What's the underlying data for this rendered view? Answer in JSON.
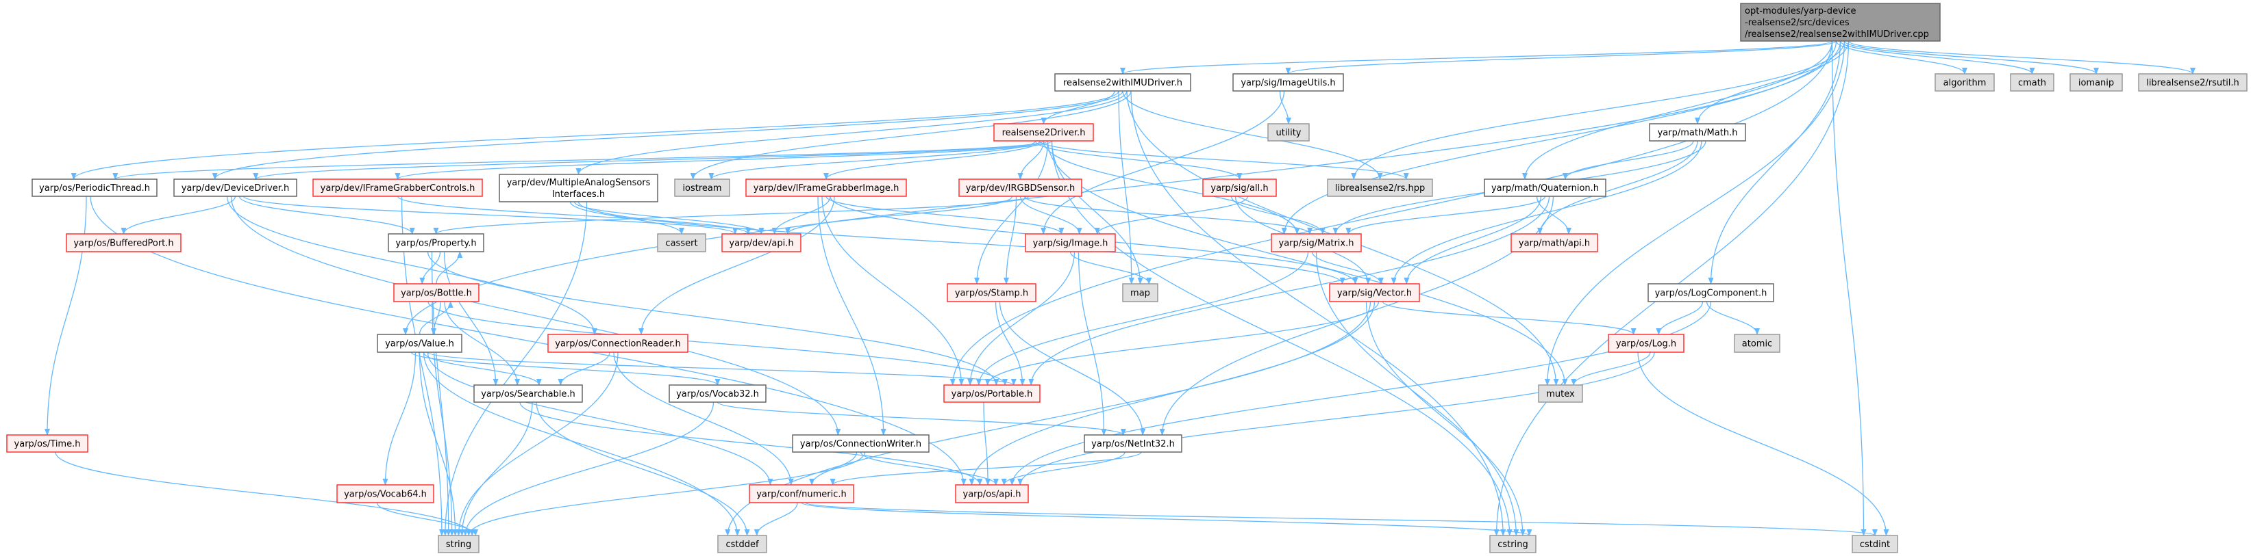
{
  "colors": {
    "edge": "#63b8ff",
    "documented_border": "#666666",
    "undocumented_border": "#ff3333",
    "system_fill": "#e0e0e0",
    "root_fill": "#999999"
  },
  "nodes": [
    {
      "id": "root",
      "kind": "root",
      "lines": [
        "opt-modules/yarp-device",
        "-realsense2/src/devices",
        "/realsense2/realsense2withIMUDriver.cpp"
      ]
    },
    {
      "id": "imu",
      "kind": "doc",
      "lines": [
        "realsense2withIMUDriver.h"
      ]
    },
    {
      "id": "imageutils",
      "kind": "doc",
      "lines": [
        "yarp/sig/ImageUtils.h"
      ]
    },
    {
      "id": "algorithm",
      "kind": "sys",
      "lines": [
        "algorithm"
      ]
    },
    {
      "id": "cmath",
      "kind": "sys",
      "lines": [
        "cmath"
      ]
    },
    {
      "id": "iomanip",
      "kind": "sys",
      "lines": [
        "iomanip"
      ]
    },
    {
      "id": "rsutil",
      "kind": "sys",
      "lines": [
        "librealsense2/rsutil.h"
      ]
    },
    {
      "id": "rs2driver",
      "kind": "red",
      "lines": [
        "realsense2Driver.h"
      ]
    },
    {
      "id": "utility",
      "kind": "sys",
      "lines": [
        "utility"
      ]
    },
    {
      "id": "math",
      "kind": "doc",
      "lines": [
        "yarp/math/Math.h"
      ]
    },
    {
      "id": "periodic",
      "kind": "doc",
      "lines": [
        "yarp/os/PeriodicThread.h"
      ]
    },
    {
      "id": "devicedriver",
      "kind": "doc",
      "lines": [
        "yarp/dev/DeviceDriver.h"
      ]
    },
    {
      "id": "ifgcontrols",
      "kind": "red",
      "lines": [
        "yarp/dev/IFrameGrabberControls.h"
      ]
    },
    {
      "id": "masi",
      "kind": "doc",
      "lines": [
        "yarp/dev/MultipleAnalogSensors",
        "Interfaces.h"
      ]
    },
    {
      "id": "iostream",
      "kind": "sys",
      "lines": [
        "iostream"
      ]
    },
    {
      "id": "ifgimage",
      "kind": "red",
      "lines": [
        "yarp/dev/IFrameGrabberImage.h"
      ]
    },
    {
      "id": "irgbd",
      "kind": "red",
      "lines": [
        "yarp/dev/IRGBDSensor.h"
      ]
    },
    {
      "id": "all",
      "kind": "red",
      "lines": [
        "yarp/sig/all.h"
      ]
    },
    {
      "id": "rshpp",
      "kind": "sys",
      "lines": [
        "librealsense2/rs.hpp"
      ]
    },
    {
      "id": "quaternion",
      "kind": "doc",
      "lines": [
        "yarp/math/Quaternion.h"
      ]
    },
    {
      "id": "bufferedport",
      "kind": "red",
      "lines": [
        "yarp/os/BufferedPort.h"
      ]
    },
    {
      "id": "property",
      "kind": "doc",
      "lines": [
        "yarp/os/Property.h"
      ]
    },
    {
      "id": "cassert",
      "kind": "sys",
      "lines": [
        "cassert"
      ]
    },
    {
      "id": "devapi",
      "kind": "red",
      "lines": [
        "yarp/dev/api.h"
      ]
    },
    {
      "id": "image",
      "kind": "red",
      "lines": [
        "yarp/sig/Image.h"
      ]
    },
    {
      "id": "matrix",
      "kind": "red",
      "lines": [
        "yarp/sig/Matrix.h"
      ]
    },
    {
      "id": "mathapi",
      "kind": "red",
      "lines": [
        "yarp/math/api.h"
      ]
    },
    {
      "id": "bottle",
      "kind": "red",
      "lines": [
        "yarp/os/Bottle.h"
      ]
    },
    {
      "id": "stamp",
      "kind": "red",
      "lines": [
        "yarp/os/Stamp.h"
      ]
    },
    {
      "id": "map",
      "kind": "sys",
      "lines": [
        "map"
      ]
    },
    {
      "id": "vector",
      "kind": "red",
      "lines": [
        "yarp/sig/Vector.h"
      ]
    },
    {
      "id": "logcomp",
      "kind": "doc",
      "lines": [
        "yarp/os/LogComponent.h"
      ]
    },
    {
      "id": "value",
      "kind": "doc",
      "lines": [
        "yarp/os/Value.h"
      ]
    },
    {
      "id": "connreader",
      "kind": "red",
      "lines": [
        "yarp/os/ConnectionReader.h"
      ]
    },
    {
      "id": "log",
      "kind": "red",
      "lines": [
        "yarp/os/Log.h"
      ]
    },
    {
      "id": "atomic",
      "kind": "sys",
      "lines": [
        "atomic"
      ]
    },
    {
      "id": "searchable",
      "kind": "doc",
      "lines": [
        "yarp/os/Searchable.h"
      ]
    },
    {
      "id": "vocab32",
      "kind": "doc",
      "lines": [
        "yarp/os/Vocab32.h"
      ]
    },
    {
      "id": "portable",
      "kind": "red",
      "lines": [
        "yarp/os/Portable.h"
      ]
    },
    {
      "id": "mutex",
      "kind": "sys",
      "lines": [
        "mutex"
      ]
    },
    {
      "id": "time",
      "kind": "red",
      "lines": [
        "yarp/os/Time.h"
      ]
    },
    {
      "id": "connwriter",
      "kind": "doc",
      "lines": [
        "yarp/os/ConnectionWriter.h"
      ]
    },
    {
      "id": "netint",
      "kind": "doc",
      "lines": [
        "yarp/os/NetInt32.h"
      ]
    },
    {
      "id": "vocab64",
      "kind": "red",
      "lines": [
        "yarp/os/Vocab64.h"
      ]
    },
    {
      "id": "numeric",
      "kind": "red",
      "lines": [
        "yarp/conf/numeric.h"
      ]
    },
    {
      "id": "osapi",
      "kind": "red",
      "lines": [
        "yarp/os/api.h"
      ]
    },
    {
      "id": "string",
      "kind": "sys",
      "lines": [
        "string"
      ]
    },
    {
      "id": "cstddef",
      "kind": "sys",
      "lines": [
        "cstddef"
      ]
    },
    {
      "id": "cstring",
      "kind": "sys",
      "lines": [
        "cstring"
      ]
    },
    {
      "id": "cstdint",
      "kind": "sys",
      "lines": [
        "cstdint"
      ]
    }
  ],
  "edges": [
    [
      "root",
      "imu"
    ],
    [
      "root",
      "imageutils"
    ],
    [
      "root",
      "value"
    ],
    [
      "root",
      "rshpp"
    ],
    [
      "root",
      "math"
    ],
    [
      "root",
      "quaternion"
    ],
    [
      "root",
      "matrix"
    ],
    [
      "root",
      "logcomp"
    ],
    [
      "root",
      "mutex"
    ],
    [
      "root",
      "cstring"
    ],
    [
      "root",
      "cstdint"
    ],
    [
      "root",
      "algorithm"
    ],
    [
      "root",
      "cmath"
    ],
    [
      "root",
      "iomanip"
    ],
    [
      "root",
      "rsutil"
    ],
    [
      "root",
      "portable"
    ],
    [
      "imu",
      "periodic"
    ],
    [
      "imu",
      "devicedriver"
    ],
    [
      "imu",
      "masi"
    ],
    [
      "imu",
      "iostream"
    ],
    [
      "imu",
      "rs2driver"
    ],
    [
      "imu",
      "map"
    ],
    [
      "imu",
      "rshpp"
    ],
    [
      "imu",
      "mutex"
    ],
    [
      "imu",
      "cstring"
    ],
    [
      "imageutils",
      "utility"
    ],
    [
      "imageutils",
      "image"
    ],
    [
      "rs2driver",
      "periodic"
    ],
    [
      "rs2driver",
      "devicedriver"
    ],
    [
      "rs2driver",
      "ifgcontrols"
    ],
    [
      "rs2driver",
      "iostream"
    ],
    [
      "rs2driver",
      "ifgimage"
    ],
    [
      "rs2driver",
      "irgbd"
    ],
    [
      "rs2driver",
      "stamp"
    ],
    [
      "rs2driver",
      "map"
    ],
    [
      "rs2driver",
      "all"
    ],
    [
      "rs2driver",
      "rshpp"
    ],
    [
      "rs2driver",
      "matrix"
    ],
    [
      "rs2driver",
      "mutex"
    ],
    [
      "rs2driver",
      "cstring"
    ],
    [
      "periodic",
      "time"
    ],
    [
      "periodic",
      "osapi"
    ],
    [
      "devicedriver",
      "bufferedport"
    ],
    [
      "devicedriver",
      "property"
    ],
    [
      "devicedriver",
      "devapi"
    ],
    [
      "devicedriver",
      "connreader"
    ],
    [
      "devicedriver",
      "connwriter"
    ],
    [
      "ifgcontrols",
      "devapi"
    ],
    [
      "ifgcontrols",
      "string"
    ],
    [
      "masi",
      "string"
    ],
    [
      "masi",
      "cassert"
    ],
    [
      "masi",
      "devapi"
    ],
    [
      "masi",
      "vector"
    ],
    [
      "ifgimage",
      "devapi"
    ],
    [
      "ifgimage",
      "connreader"
    ],
    [
      "ifgimage",
      "connwriter"
    ],
    [
      "ifgimage",
      "portable"
    ],
    [
      "ifgimage",
      "image"
    ],
    [
      "ifgimage",
      "vector"
    ],
    [
      "irgbd",
      "property"
    ],
    [
      "irgbd",
      "devapi"
    ],
    [
      "irgbd",
      "stamp"
    ],
    [
      "irgbd",
      "image"
    ],
    [
      "irgbd",
      "matrix"
    ],
    [
      "all",
      "image"
    ],
    [
      "all",
      "matrix"
    ],
    [
      "all",
      "vector"
    ],
    [
      "image",
      "map"
    ],
    [
      "image",
      "portable"
    ],
    [
      "image",
      "netint"
    ],
    [
      "matrix",
      "portable"
    ],
    [
      "matrix",
      "vector"
    ],
    [
      "matrix",
      "cstring"
    ],
    [
      "vector",
      "portable"
    ],
    [
      "vector",
      "log"
    ],
    [
      "vector",
      "cstring"
    ],
    [
      "vector",
      "cstddef"
    ],
    [
      "vector",
      "osapi"
    ],
    [
      "property",
      "bottle"
    ],
    [
      "property",
      "searchable"
    ],
    [
      "property",
      "portable"
    ],
    [
      "property",
      "string"
    ],
    [
      "bottle",
      "property"
    ],
    [
      "bottle",
      "value"
    ],
    [
      "bottle",
      "searchable"
    ],
    [
      "bottle",
      "portable"
    ],
    [
      "bottle",
      "string"
    ],
    [
      "value",
      "bottle"
    ],
    [
      "value",
      "searchable"
    ],
    [
      "value",
      "portable"
    ],
    [
      "value",
      "vocab32"
    ],
    [
      "value",
      "vocab64"
    ],
    [
      "value",
      "string"
    ],
    [
      "value",
      "cstddef"
    ],
    [
      "value",
      "numeric"
    ],
    [
      "connreader",
      "searchable"
    ],
    [
      "connreader",
      "numeric"
    ],
    [
      "connreader",
      "string"
    ],
    [
      "searchable",
      "string"
    ],
    [
      "searchable",
      "cstddef"
    ],
    [
      "searchable",
      "osapi"
    ],
    [
      "vocab32",
      "string"
    ],
    [
      "vocab32",
      "netint"
    ],
    [
      "stamp",
      "portable"
    ],
    [
      "stamp",
      "netint"
    ],
    [
      "portable",
      "osapi"
    ],
    [
      "connwriter",
      "numeric"
    ],
    [
      "connwriter",
      "osapi"
    ],
    [
      "connwriter",
      "string"
    ],
    [
      "netint",
      "numeric"
    ],
    [
      "netint",
      "osapi"
    ],
    [
      "numeric",
      "cstddef"
    ],
    [
      "numeric",
      "cstring"
    ],
    [
      "numeric",
      "cstdint"
    ],
    [
      "time",
      "string"
    ],
    [
      "vocab64",
      "string"
    ],
    [
      "math",
      "quaternion"
    ],
    [
      "math",
      "mathapi"
    ],
    [
      "math",
      "vector"
    ],
    [
      "math",
      "matrix"
    ],
    [
      "quaternion",
      "mathapi"
    ],
    [
      "quaternion",
      "vector"
    ],
    [
      "quaternion",
      "matrix"
    ],
    [
      "quaternion",
      "portable"
    ],
    [
      "quaternion",
      "netint"
    ],
    [
      "logcomp",
      "log"
    ],
    [
      "logcomp",
      "atomic"
    ],
    [
      "logcomp",
      "osapi"
    ],
    [
      "log",
      "mutex"
    ],
    [
      "log",
      "osapi"
    ],
    [
      "log",
      "cstdint"
    ]
  ]
}
